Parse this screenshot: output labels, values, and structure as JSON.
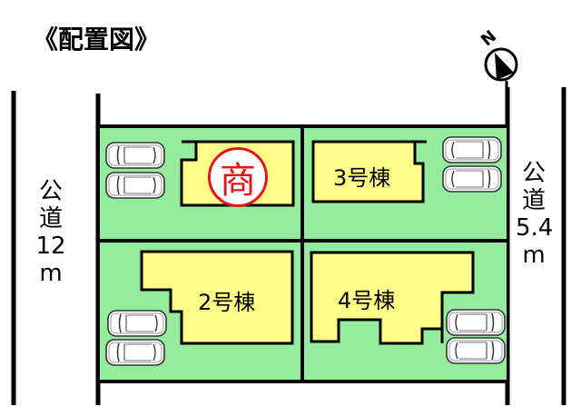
{
  "title": "《配置図》",
  "compass": {
    "label": "N",
    "icon": "north-arrow-icon"
  },
  "roads": {
    "left": {
      "lines": [
        "公",
        "道",
        "12",
        "m"
      ],
      "full": "公道12m"
    },
    "right": {
      "lines": [
        "公",
        "道",
        "5.4",
        "m"
      ],
      "full": "公道5.4m"
    }
  },
  "lots": [
    {
      "id": "lot-1",
      "label": "商",
      "type": "shop-badge",
      "parking": 2,
      "parking_side": "left"
    },
    {
      "id": "lot-2",
      "label": "2号棟",
      "parking": 2,
      "parking_side": "left"
    },
    {
      "id": "lot-3",
      "label": "3号棟",
      "parking": 2,
      "parking_side": "right"
    },
    {
      "id": "lot-4",
      "label": "4号棟",
      "parking": 2,
      "parking_side": "right"
    }
  ],
  "colors": {
    "lot_fill": "#95ec9c",
    "building_fill": "#fdfd88",
    "line": "#000000",
    "shop_badge": "#e8121a"
  }
}
